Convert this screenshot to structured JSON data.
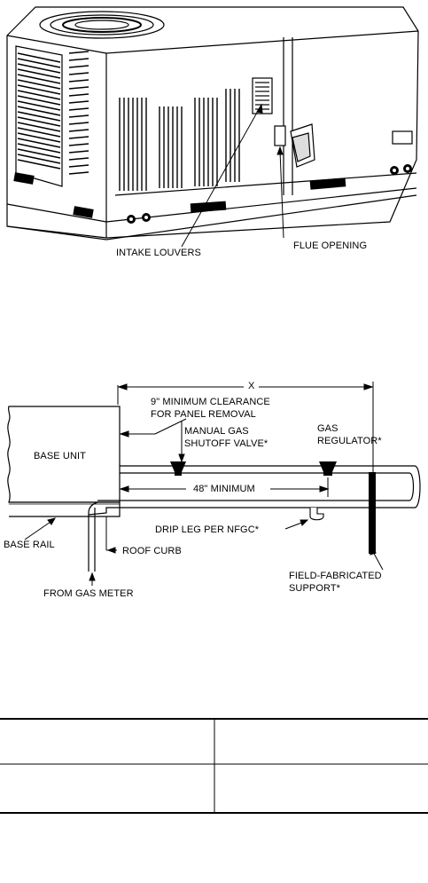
{
  "figure1": {
    "labels": {
      "intake_louvers": "INTAKE LOUVERS",
      "flue_opening": "FLUE OPENING"
    }
  },
  "figure2": {
    "labels": {
      "dimension_x": "X",
      "clearance_line1": "9\" MINIMUM CLEARANCE",
      "clearance_line2": "FOR PANEL REMOVAL",
      "base_unit": "BASE UNIT",
      "manual_valve_line1": "MANUAL GAS",
      "manual_valve_line2": "SHUTOFF VALVE*",
      "gas_regulator_line1": "GAS",
      "gas_regulator_line2": "REGULATOR*",
      "minimum_48": "48\" MINIMUM",
      "drip_leg": "DRIP LEG PER NFGC*",
      "base_rail": "BASE RAIL",
      "roof_curb": "ROOF CURB",
      "from_gas_meter": "FROM GAS METER",
      "support_line1": "FIELD-FABRICATED",
      "support_line2": "SUPPORT*"
    }
  },
  "table": {
    "rows": [
      [
        "",
        ""
      ],
      [
        "",
        ""
      ]
    ]
  }
}
